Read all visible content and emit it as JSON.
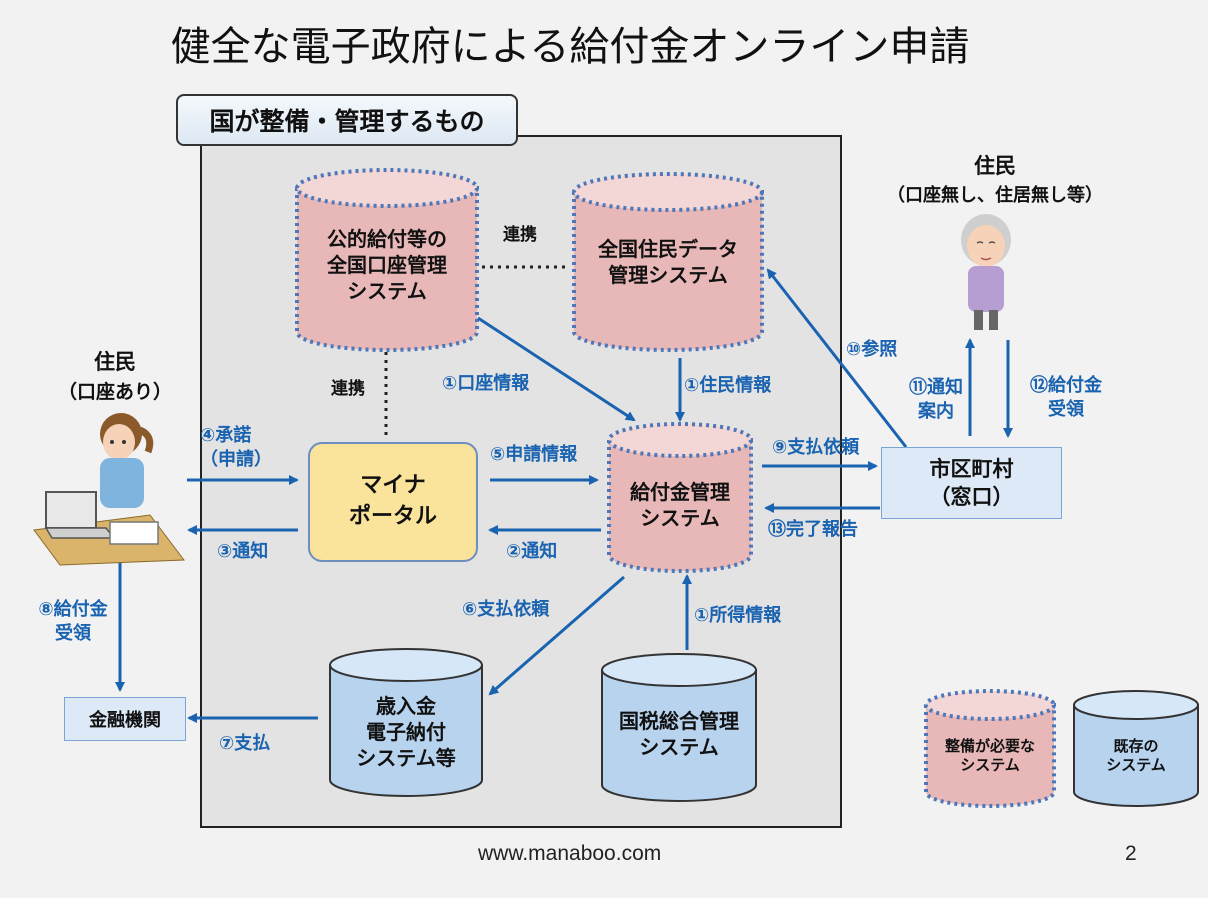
{
  "title": "健全な電子政府による給付金オンライン申請",
  "gov_label": "国が整備・管理するもの",
  "systems": {
    "koteki": "公的給付等の\n全国口座管理\nシステム",
    "jumin_data": "全国住民データ\n管理システム",
    "kyufu": "給付金管理\nシステム",
    "sainyu": "歳入金\n電子納付\nシステム等",
    "kokuzei": "国税総合管理\nシステム",
    "myna": "マイナ\nポータル",
    "shiku": "市区町村\n（窓口）",
    "kinyu": "金融機関"
  },
  "residents": {
    "left": {
      "name": "住民",
      "note": "（口座あり）"
    },
    "right": {
      "name": "住民",
      "note": "（口座無し、住居無し等）"
    }
  },
  "links": {
    "renkei_top": "連携",
    "renkei_left": "連携",
    "koza_joho": "①口座情報",
    "jumin_joho": "①住民情報",
    "shotoku_joho": "①所得情報",
    "tsuchi2": "②通知",
    "tsuchi3": "③通知",
    "shodaku": "④承諾\n（申請）",
    "shinsei_joho": "⑤申請情報",
    "shiharai_irai6": "⑥支払依頼",
    "shiharai7": "⑦支払",
    "kyufukin_juryo8": "⑧給付金\n受領",
    "shiharai_irai9": "⑨支払依頼",
    "sansho10": "⑩参照",
    "tsuchi_annai11": "⑪通知\n案内",
    "kyufukin_juryo12": "⑫給付金\n受領",
    "kanryo13": "⑬完了報告"
  },
  "legend": {
    "new": "整備が必要な\nシステム",
    "existing": "既存の\nシステム"
  },
  "footer": {
    "url": "www.manaboo.com",
    "page": "2"
  },
  "colors": {
    "arrow": "#1a63b0",
    "pink": "#e8b8b8",
    "blue": "#b7d3ee",
    "yellow": "#fae39a",
    "dotted_border": "#4f77b8"
  }
}
